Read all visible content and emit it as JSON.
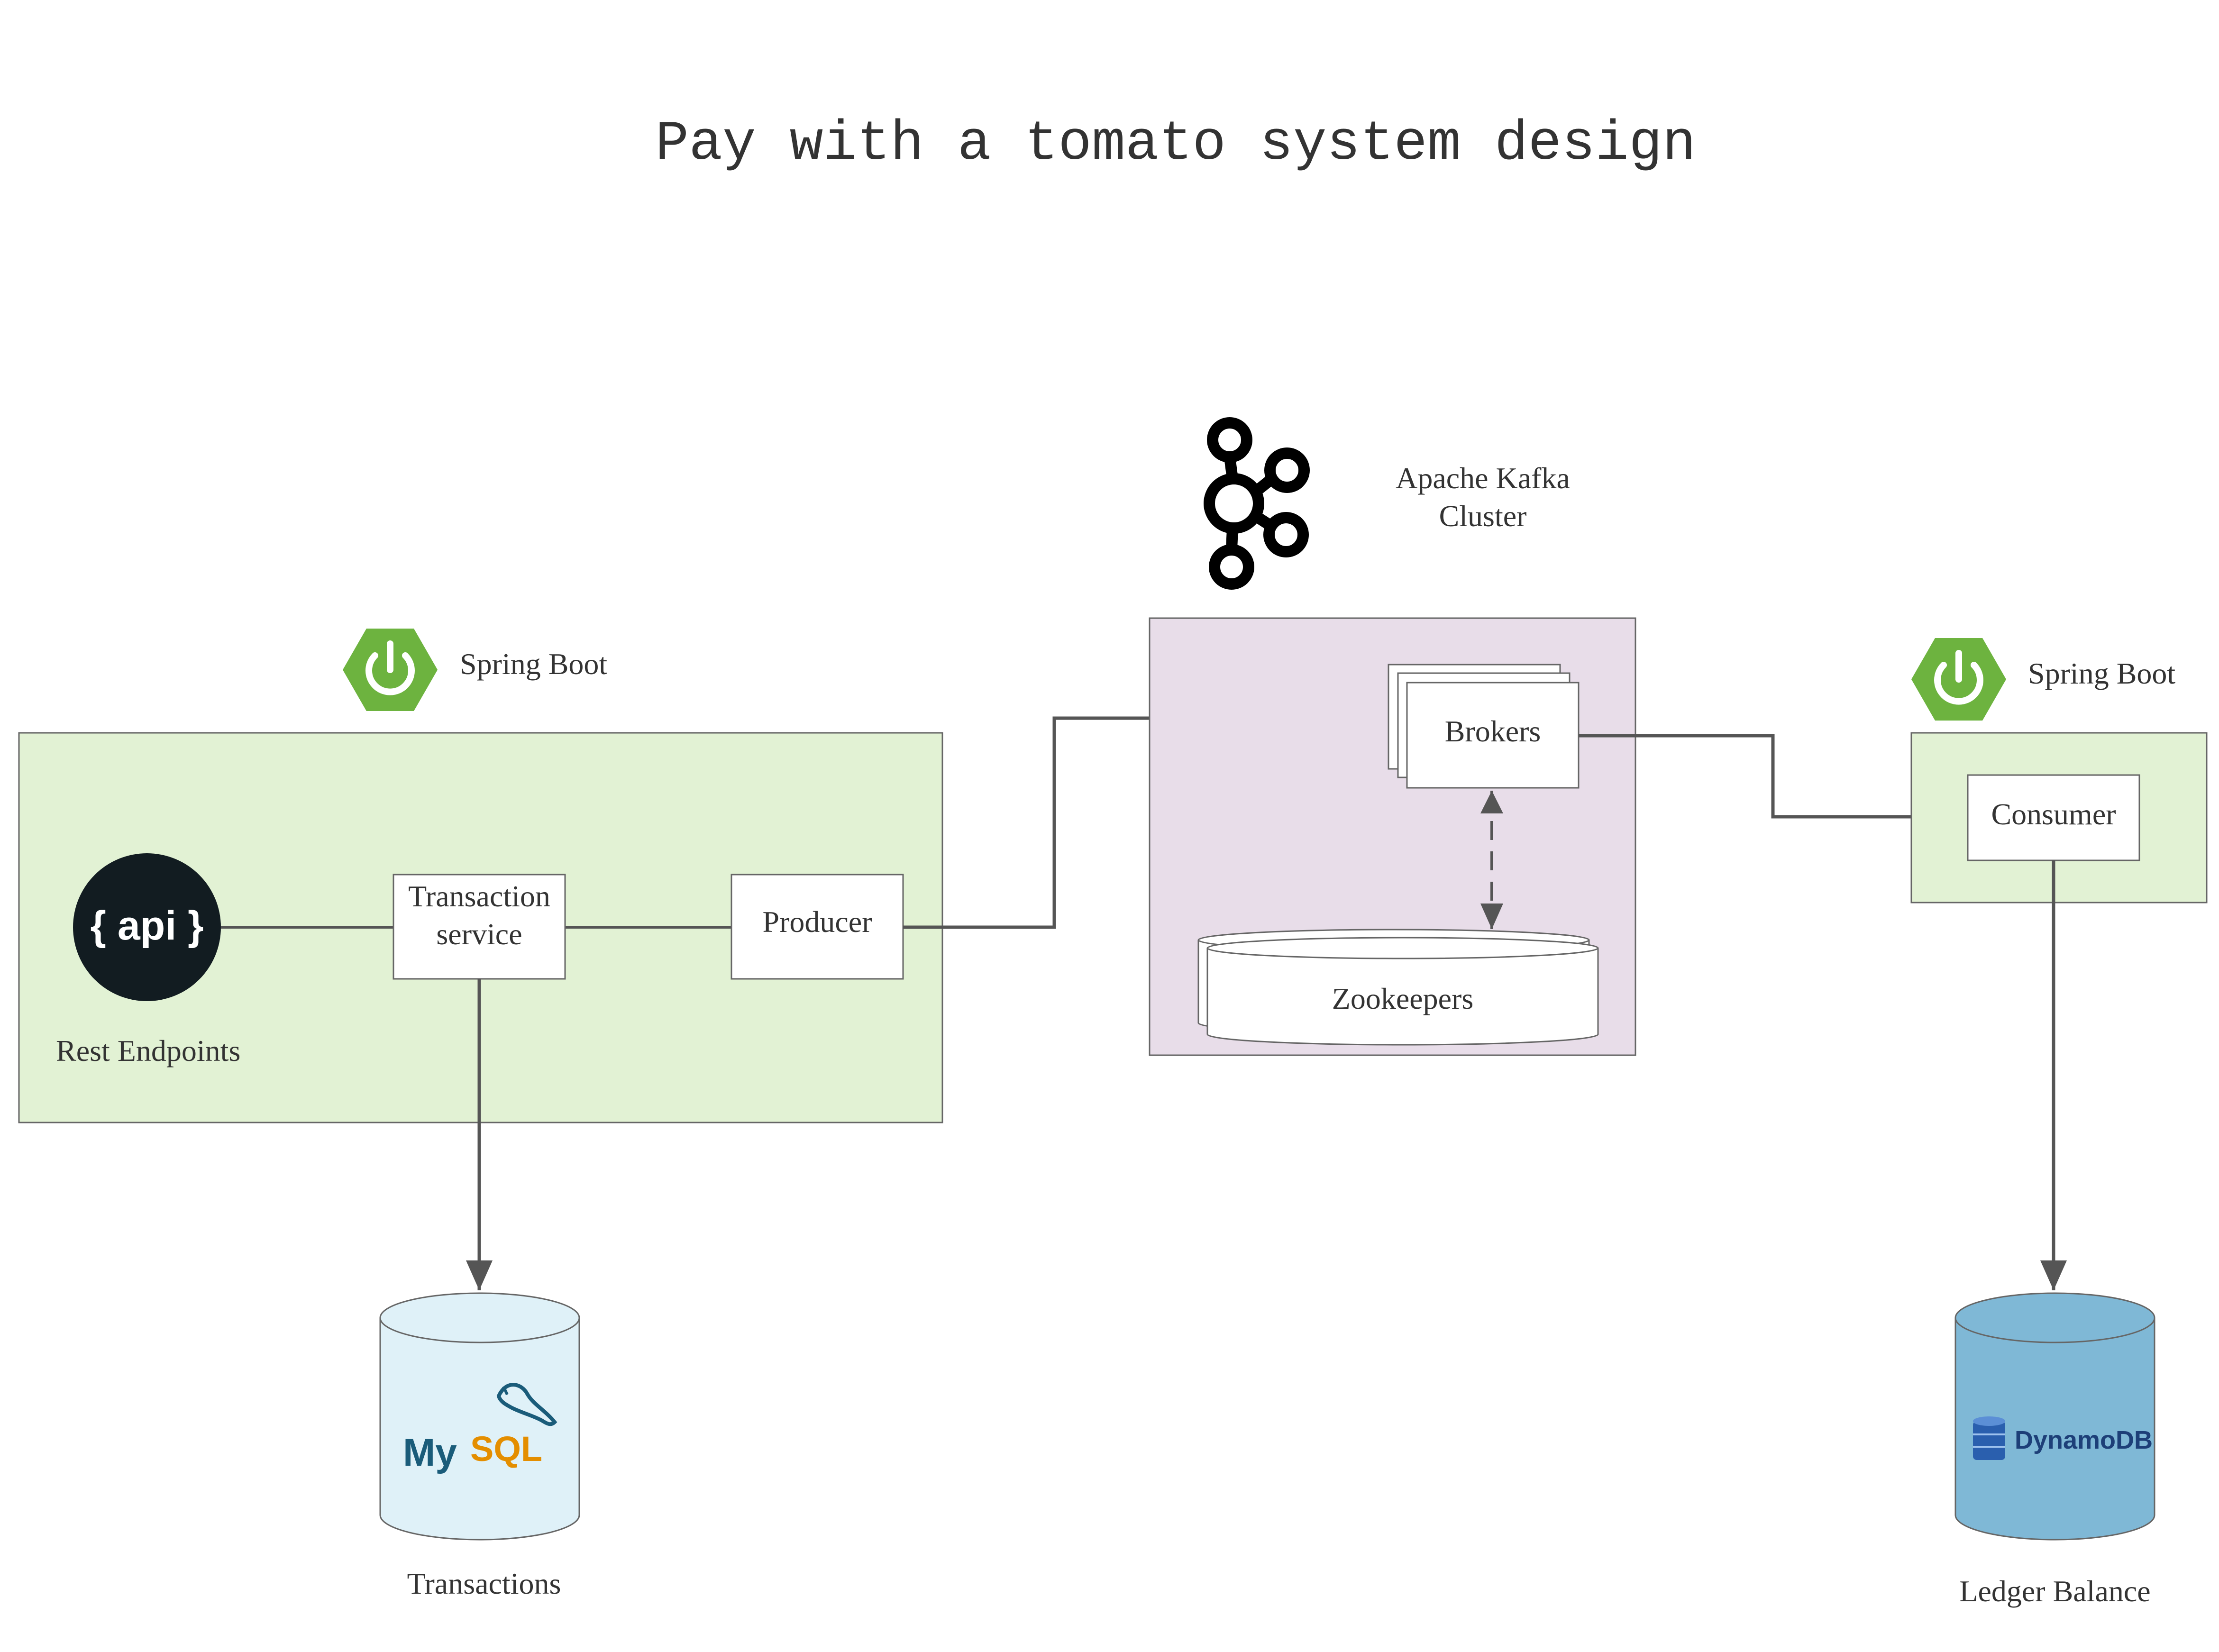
{
  "title": "Pay with a tomato system design",
  "spring_boot_left": {
    "label": "Spring Boot",
    "color": "#6db33f"
  },
  "spring_boot_right": {
    "label": "Spring Boot",
    "color": "#6db33f"
  },
  "kafka": {
    "label_line1": "Apache Kafka",
    "label_line2": "Cluster",
    "icon": "kafka-icon"
  },
  "api": {
    "icon_text": "{ api }",
    "label": "Rest Endpoints"
  },
  "nodes": {
    "transaction_service_line1": "Transaction",
    "transaction_service_line2": "service",
    "producer": "Producer",
    "brokers": "Brokers",
    "zookeepers": "Zookeepers",
    "consumer": "Consumer"
  },
  "databases": {
    "mysql": {
      "logo_text_my": "My",
      "logo_text_sql": "SQL",
      "label": "Transactions"
    },
    "dynamodb": {
      "logo_text": "DynamoDB",
      "label": "Ledger Balance"
    }
  },
  "colors": {
    "spring_container": "#e2f2d4",
    "kafka_container": "#e8dde9",
    "mysql_fill": "#dff1f8",
    "dynamodb_fill": "#7fb8d6",
    "edge": "#555555",
    "spring_green": "#6db33f",
    "api_dark": "#121c21"
  }
}
